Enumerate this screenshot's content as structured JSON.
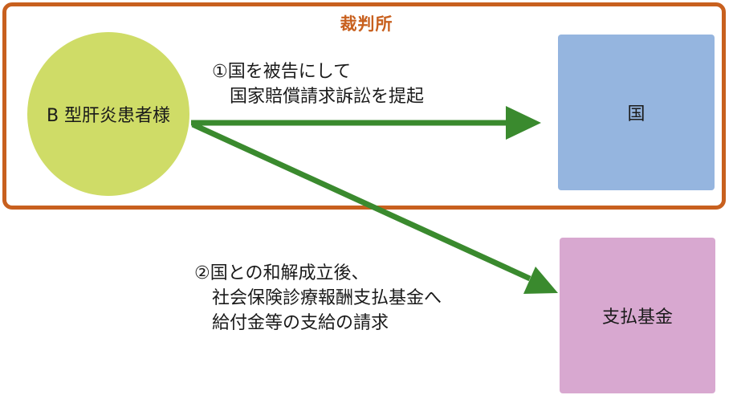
{
  "court": {
    "label": "裁判所"
  },
  "patient": {
    "label": "B 型肝炎患者様"
  },
  "state": {
    "label": "国"
  },
  "fund": {
    "label": "支払基金"
  },
  "steps": [
    {
      "lines": [
        "①国を被告にして",
        "　国家賠償請求訴訟を提起"
      ]
    },
    {
      "lines": [
        "②国との和解成立後、",
        "　社会保険診療報酬支払基金へ",
        "　給付金等の支給の請求"
      ]
    }
  ],
  "colors": {
    "court_border": "#c8601e",
    "patient_fill": "#cfdc67",
    "state_fill": "#95b5df",
    "fund_fill": "#d8a8d0",
    "arrow": "#3a8a2e"
  }
}
